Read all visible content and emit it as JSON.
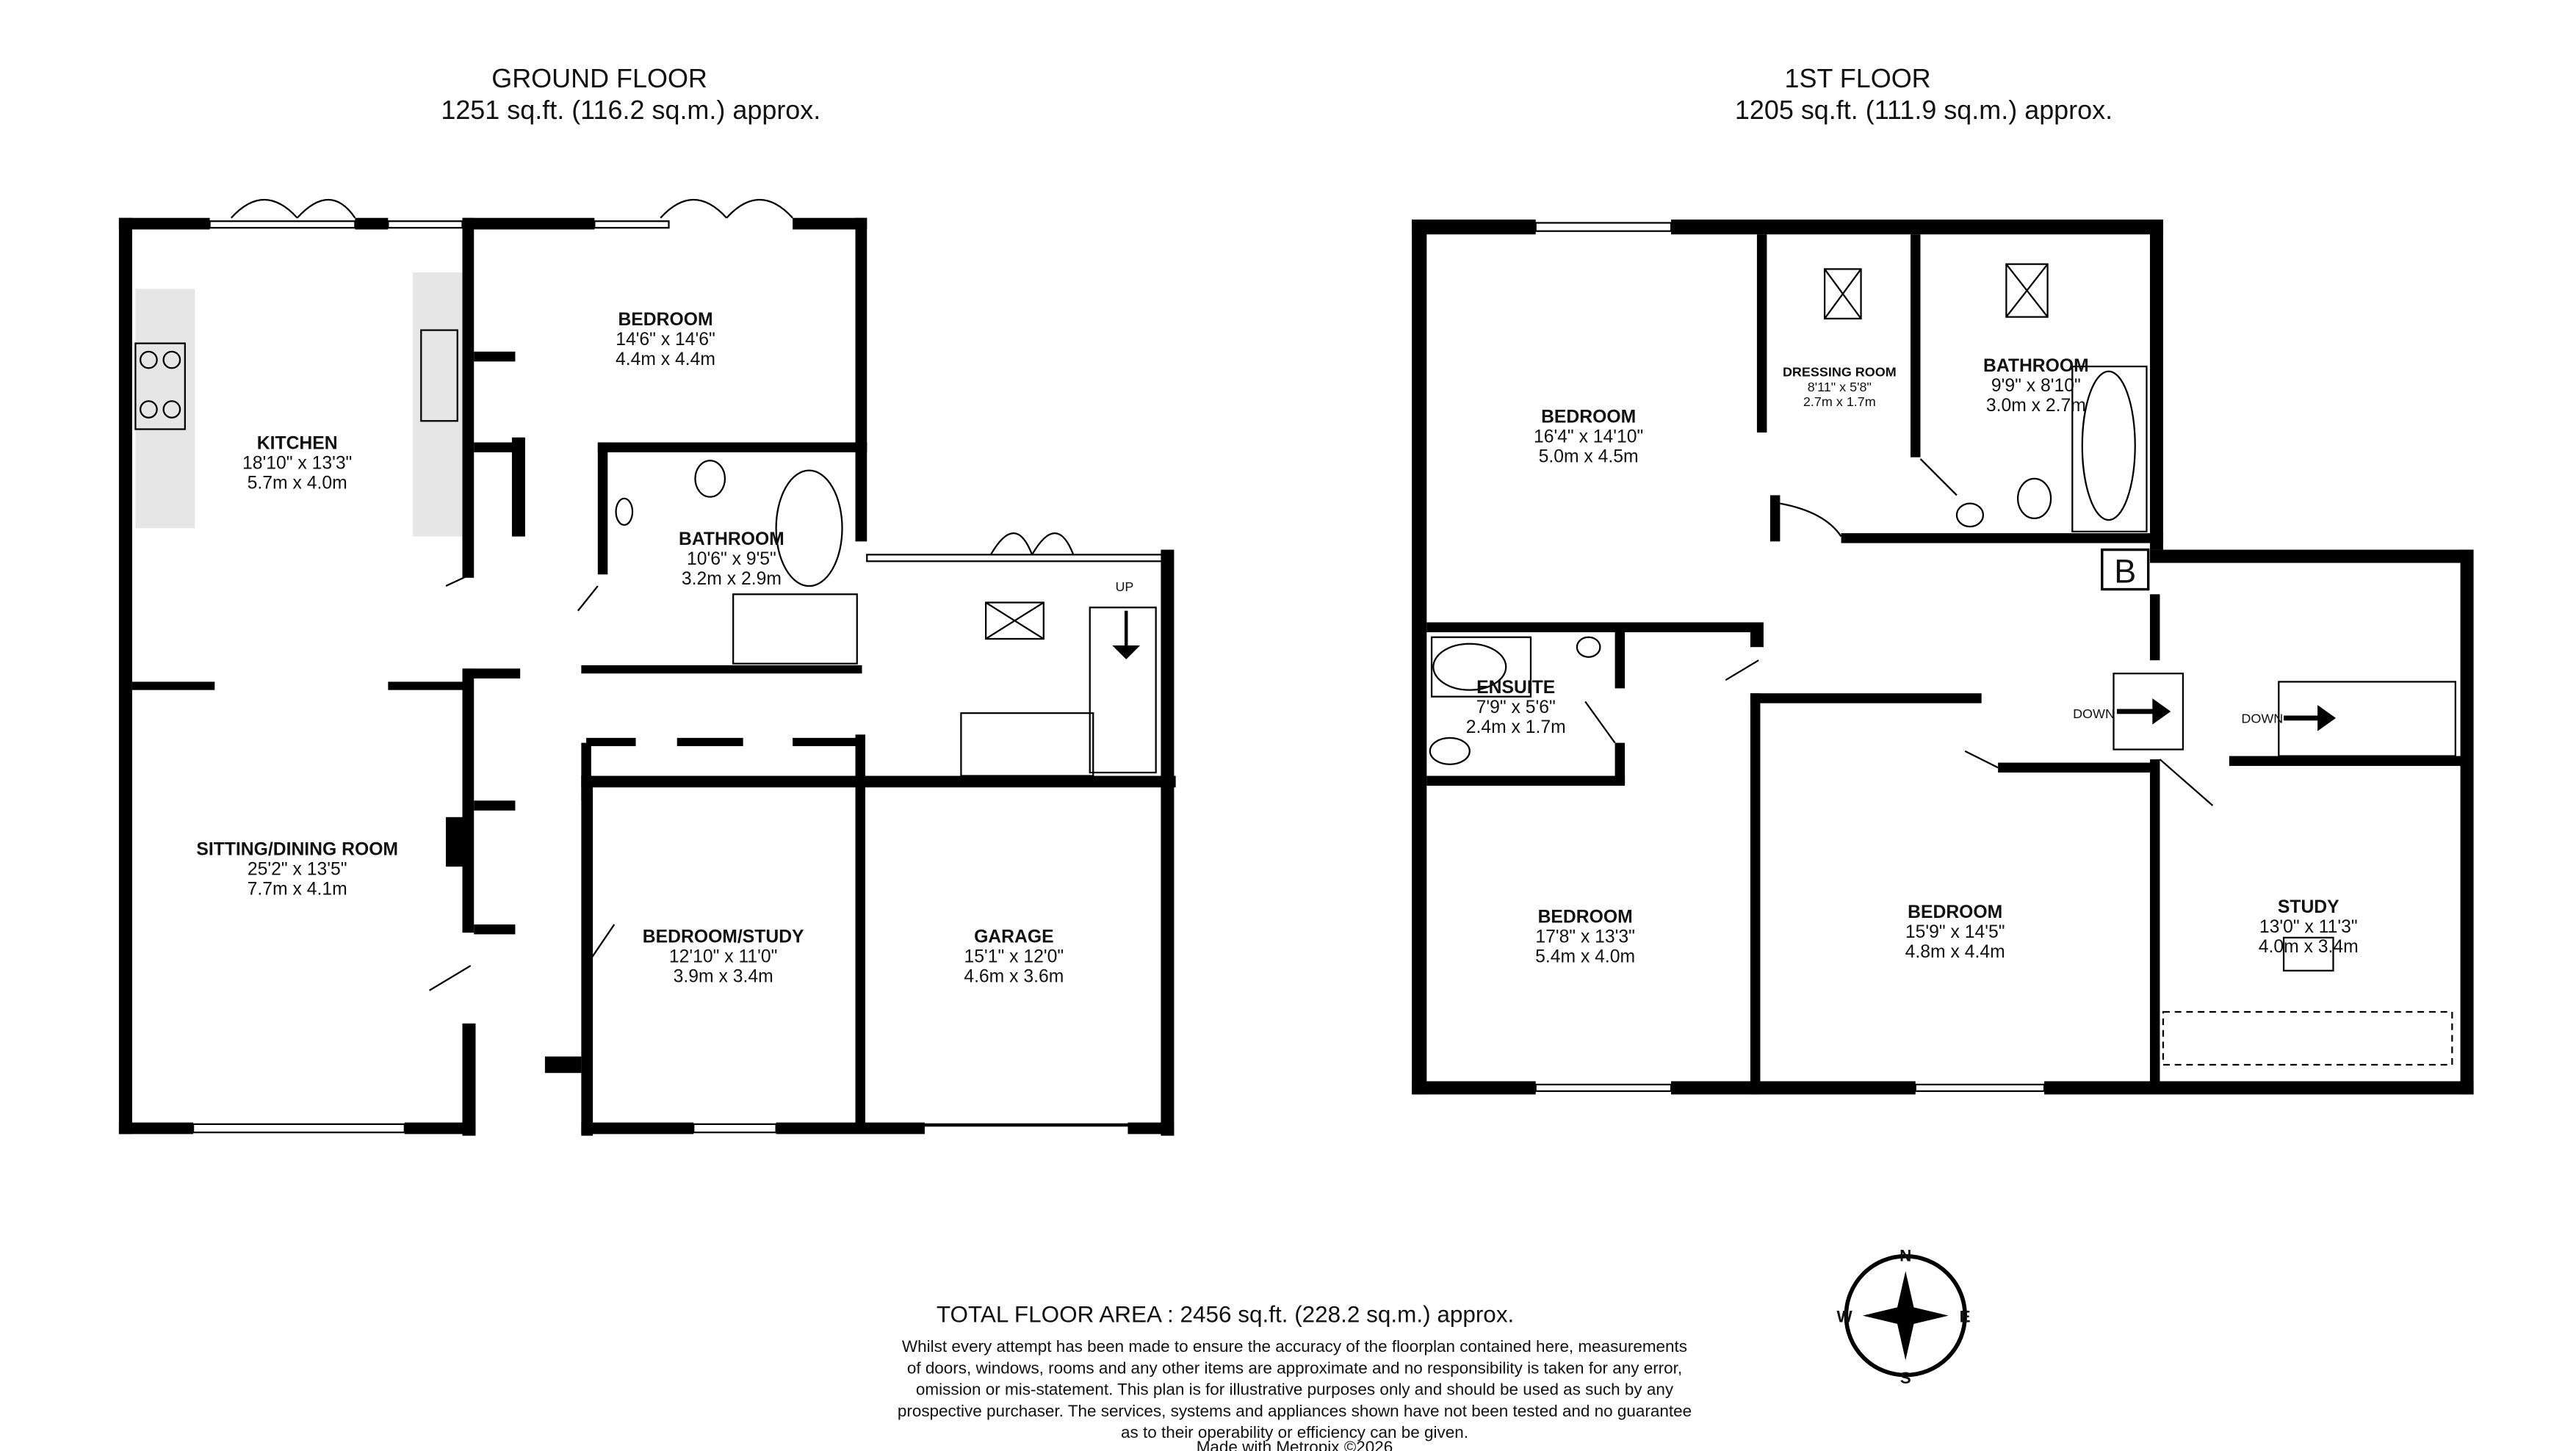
{
  "ground_floor": {
    "title": "GROUND FLOOR",
    "area": "1251 sq.ft. (116.2 sq.m.) approx.",
    "rooms": [
      {
        "name": "KITCHEN",
        "imperial": "18'10\"  x 13'3\"",
        "metric": "5.7m  x 4.0m"
      },
      {
        "name": "BEDROOM",
        "imperial": "14'6\"  x 14'6\"",
        "metric": "4.4m  x 4.4m"
      },
      {
        "name": "BATHROOM",
        "imperial": "10'6\"  x 9'5\"",
        "metric": "3.2m  x 2.9m"
      },
      {
        "name": "SITTING/DINING ROOM",
        "imperial": "25'2\"  x 13'5\"",
        "metric": "7.7m  x 4.1m"
      },
      {
        "name": "BEDROOM/STUDY",
        "imperial": "12'10\"  x 11'0\"",
        "metric": "3.9m  x 3.4m"
      },
      {
        "name": "GARAGE",
        "imperial": "15'1\"  x 12'0\"",
        "metric": "4.6m  x 3.6m"
      }
    ],
    "stair_label": "UP"
  },
  "first_floor": {
    "title": "1ST FLOOR",
    "area": "1205 sq.ft. (111.9 sq.m.) approx.",
    "rooms": [
      {
        "name": "BEDROOM",
        "imperial": "16'4\"  x 14'10\"",
        "metric": "5.0m  x 4.5m"
      },
      {
        "name": "DRESSING ROOM",
        "imperial": "8'11\"  x 5'8\"",
        "metric": "2.7m  x 1.7m"
      },
      {
        "name": "BATHROOM",
        "imperial": "9'9\"  x 8'10\"",
        "metric": "3.0m  x 2.7m"
      },
      {
        "name": "ENSUITE",
        "imperial": "7'9\"  x 5'6\"",
        "metric": "2.4m  x 1.7m"
      },
      {
        "name": "BEDROOM",
        "imperial": "17'8\"  x 13'3\"",
        "metric": "5.4m  x 4.0m"
      },
      {
        "name": "BEDROOM",
        "imperial": "15'9\"  x 14'5\"",
        "metric": "4.8m  x 4.4m"
      },
      {
        "name": "STUDY",
        "imperial": "13'0\"  x 11'3\"",
        "metric": "4.0m  x 3.4m"
      }
    ],
    "boiler_label": "B",
    "stair_labels": [
      "DOWN",
      "DOWN"
    ]
  },
  "footer": {
    "total": "TOTAL FLOOR AREA : 2456 sq.ft. (228.2 sq.m.) approx.",
    "disclaimer": [
      "Whilst every attempt has been made to ensure the accuracy of the floorplan contained here, measurements",
      "of doors, windows, rooms and any other items are approximate and no responsibility is taken for any error,",
      "omission or mis-statement. This plan is for illustrative purposes only and should be used as such by any",
      "prospective purchaser. The services, systems and appliances shown have not been tested and no guarantee",
      "as to their operability or efficiency can be given."
    ],
    "credit": "Made with Metropix ©2026"
  },
  "compass": {
    "n": "N",
    "s": "S",
    "e": "E",
    "w": "W"
  },
  "colors": {
    "wall": "#000000",
    "worktop": "#e6e6e6"
  }
}
